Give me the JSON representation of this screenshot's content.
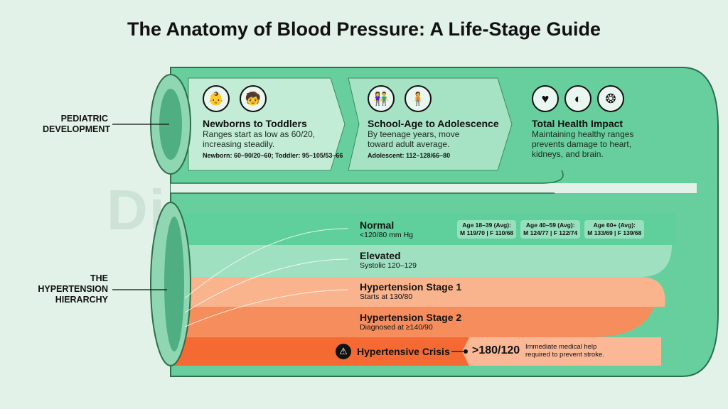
{
  "title": "The Anatomy of Blood Pressure: A Life-Stage Guide",
  "watermark": "Diet Dekho",
  "side_labels": {
    "pediatric": "PEDIATRIC DEVELOPMENT",
    "hierarchy": "THE HYPERTENSION HIERARCHY"
  },
  "stages": [
    {
      "title": "Newborns to Toddlers",
      "text": "Ranges start as low as 60/20, increasing steadily.",
      "detail": "Newborn: 60–90/20–60; Toddler: 95–105/53–66",
      "icons": [
        "baby-icon",
        "toddler-icon"
      ]
    },
    {
      "title": "School-Age to Adolescence",
      "text": "By teenage years, move toward adult average.",
      "detail": "Adolescent: 112–128/66–80",
      "icons": [
        "children-icon",
        "adolescent-icon"
      ]
    },
    {
      "title": "Total Health Impact",
      "text": "Maintaining healthy ranges prevents damage to heart, kidneys, and brain.",
      "icons": [
        "heart-icon",
        "kidney-icon",
        "brain-icon"
      ]
    }
  ],
  "bands": [
    {
      "title": "Normal",
      "text": "<120/80 mm Hg",
      "color": "#5fd09c"
    },
    {
      "title": "Elevated",
      "text": "Systolic 120–129",
      "color": "#9fe0c0"
    },
    {
      "title": "Hypertension Stage 1",
      "text": "Starts at 130/80",
      "color": "#f9b48e"
    },
    {
      "title": "Hypertension Stage 2",
      "text": "Diagnosed at ≥140/90",
      "color": "#f58d5c"
    },
    {
      "title": "Hypertensive Crisis",
      "value": ">180/120",
      "text": "Immediate medical help required to prevent stroke.",
      "color": "#f46a32"
    }
  ],
  "averages": [
    {
      "age": "Age 18–39 (Avg):",
      "values": "M 119/70 | F 110/68"
    },
    {
      "age": "Age 40–59 (Avg):",
      "values": "M 124/77 | F 122/74"
    },
    {
      "age": "Age 60+ (Avg):",
      "values": "M 133/69 | F 139/68"
    }
  ]
}
